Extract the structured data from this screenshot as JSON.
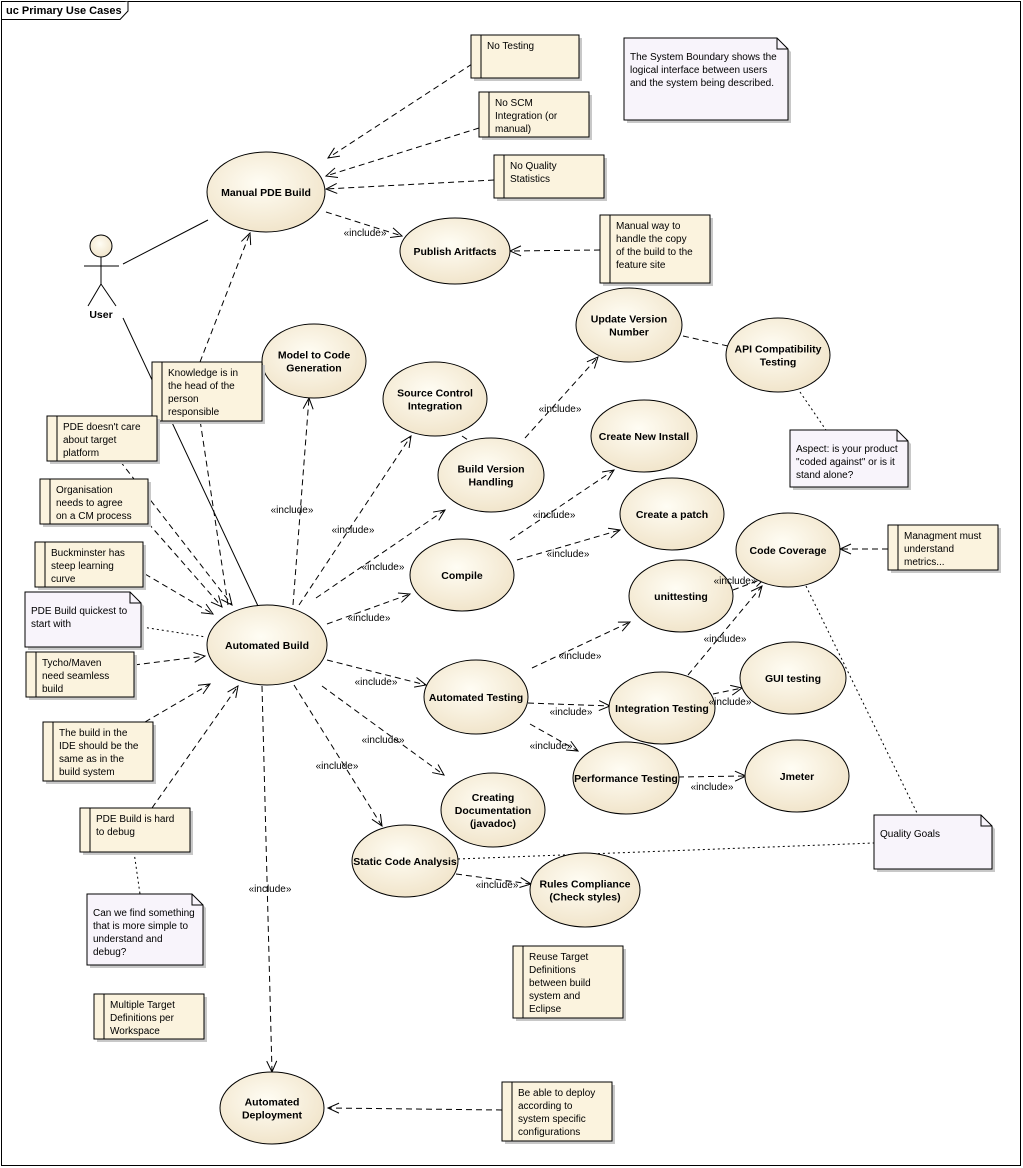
{
  "frame_label": "uc Primary Use Cases",
  "actor": {
    "id": "user",
    "label": "User"
  },
  "include_label": "«include»",
  "use_cases": [
    {
      "id": "manual_pde_build",
      "lines": [
        "Manual PDE Build"
      ]
    },
    {
      "id": "publish_artifacts",
      "lines": [
        "Publish Aritfacts"
      ]
    },
    {
      "id": "model_to_code",
      "lines": [
        "Model to Code",
        "Generation"
      ]
    },
    {
      "id": "source_control",
      "lines": [
        "Source Control",
        "Integration"
      ]
    },
    {
      "id": "update_version",
      "lines": [
        "Update Version",
        "Number"
      ]
    },
    {
      "id": "api_compat",
      "lines": [
        "API Compatibility",
        "Testing"
      ]
    },
    {
      "id": "build_version",
      "lines": [
        "Build Version",
        "Handling"
      ]
    },
    {
      "id": "create_install",
      "lines": [
        "Create New Install"
      ]
    },
    {
      "id": "compile",
      "lines": [
        "Compile"
      ]
    },
    {
      "id": "create_patch",
      "lines": [
        "Create a patch"
      ]
    },
    {
      "id": "code_coverage",
      "lines": [
        "Code Coverage"
      ]
    },
    {
      "id": "unittesting",
      "lines": [
        "unittesting"
      ]
    },
    {
      "id": "automated_build",
      "lines": [
        "Automated Build"
      ]
    },
    {
      "id": "automated_testing",
      "lines": [
        "Automated Testing"
      ]
    },
    {
      "id": "integration_testing",
      "lines": [
        "Integration Testing"
      ]
    },
    {
      "id": "gui_testing",
      "lines": [
        "GUI testing"
      ]
    },
    {
      "id": "performance_testing",
      "lines": [
        "Performance Testing"
      ]
    },
    {
      "id": "jmeter",
      "lines": [
        "Jmeter"
      ]
    },
    {
      "id": "creating_docs",
      "lines": [
        "Creating",
        "Documentation",
        "(javadoc)"
      ]
    },
    {
      "id": "static_code",
      "lines": [
        "Static Code Analysis"
      ]
    },
    {
      "id": "rules_compliance",
      "lines": [
        "Rules Compliance",
        "(Check styles)"
      ]
    },
    {
      "id": "automated_deployment",
      "lines": [
        "Automated",
        "Deployment"
      ]
    }
  ],
  "requirements": [
    {
      "id": "no_testing",
      "lines": [
        "No Testing"
      ]
    },
    {
      "id": "no_scm",
      "lines": [
        "No SCM",
        "Integration (or",
        "manual)"
      ]
    },
    {
      "id": "no_quality",
      "lines": [
        "No Quality",
        "Statistics"
      ]
    },
    {
      "id": "manual_copy",
      "lines": [
        "Manual way to",
        "handle the copy",
        "of the build to the",
        "feature site"
      ]
    },
    {
      "id": "knowledge",
      "lines": [
        "Knowledge is in",
        "the head of the",
        "person",
        "responsible"
      ]
    },
    {
      "id": "pde_target",
      "lines": [
        "PDE doesn't care",
        "about target",
        "platform"
      ]
    },
    {
      "id": "organisation",
      "lines": [
        "Organisation",
        "needs to agree",
        "on a CM process"
      ]
    },
    {
      "id": "buckminster",
      "lines": [
        "Buckminster has",
        "steep learning",
        "curve"
      ]
    },
    {
      "id": "tycho",
      "lines": [
        "Tycho/Maven",
        "need seamless",
        "build"
      ]
    },
    {
      "id": "build_ide",
      "lines": [
        "The build in the",
        "IDE should be the",
        "same as in the",
        "build system"
      ]
    },
    {
      "id": "pde_debug",
      "lines": [
        "PDE Build is hard",
        "to debug"
      ]
    },
    {
      "id": "multiple_targets",
      "lines": [
        "Multiple Target",
        "Definitions per",
        "Workspace"
      ]
    },
    {
      "id": "management",
      "lines": [
        "Managment must",
        "understand",
        "metrics..."
      ]
    },
    {
      "id": "reuse_target",
      "lines": [
        "Reuse Target",
        "Definitions",
        "between build",
        "system and",
        "Eclipse"
      ]
    },
    {
      "id": "deploy_config",
      "lines": [
        "Be able to deploy",
        "according to",
        "system specific",
        "configurations"
      ]
    }
  ],
  "notes": [
    {
      "id": "system_boundary",
      "lines": [
        "The System Boundary shows the",
        "logical interface between users",
        "and the system being described."
      ]
    },
    {
      "id": "aspect",
      "lines": [
        "Aspect: is your product",
        "\"coded against\" or is it",
        "stand alone?"
      ]
    },
    {
      "id": "pde_quickest",
      "lines": [
        "PDE Build quickest to",
        "start with"
      ]
    },
    {
      "id": "quality_goals",
      "lines": [
        "Quality Goals"
      ]
    },
    {
      "id": "simple_debug",
      "lines": [
        "Can we find something",
        "that is more simple to",
        "understand and",
        "debug?"
      ]
    }
  ]
}
